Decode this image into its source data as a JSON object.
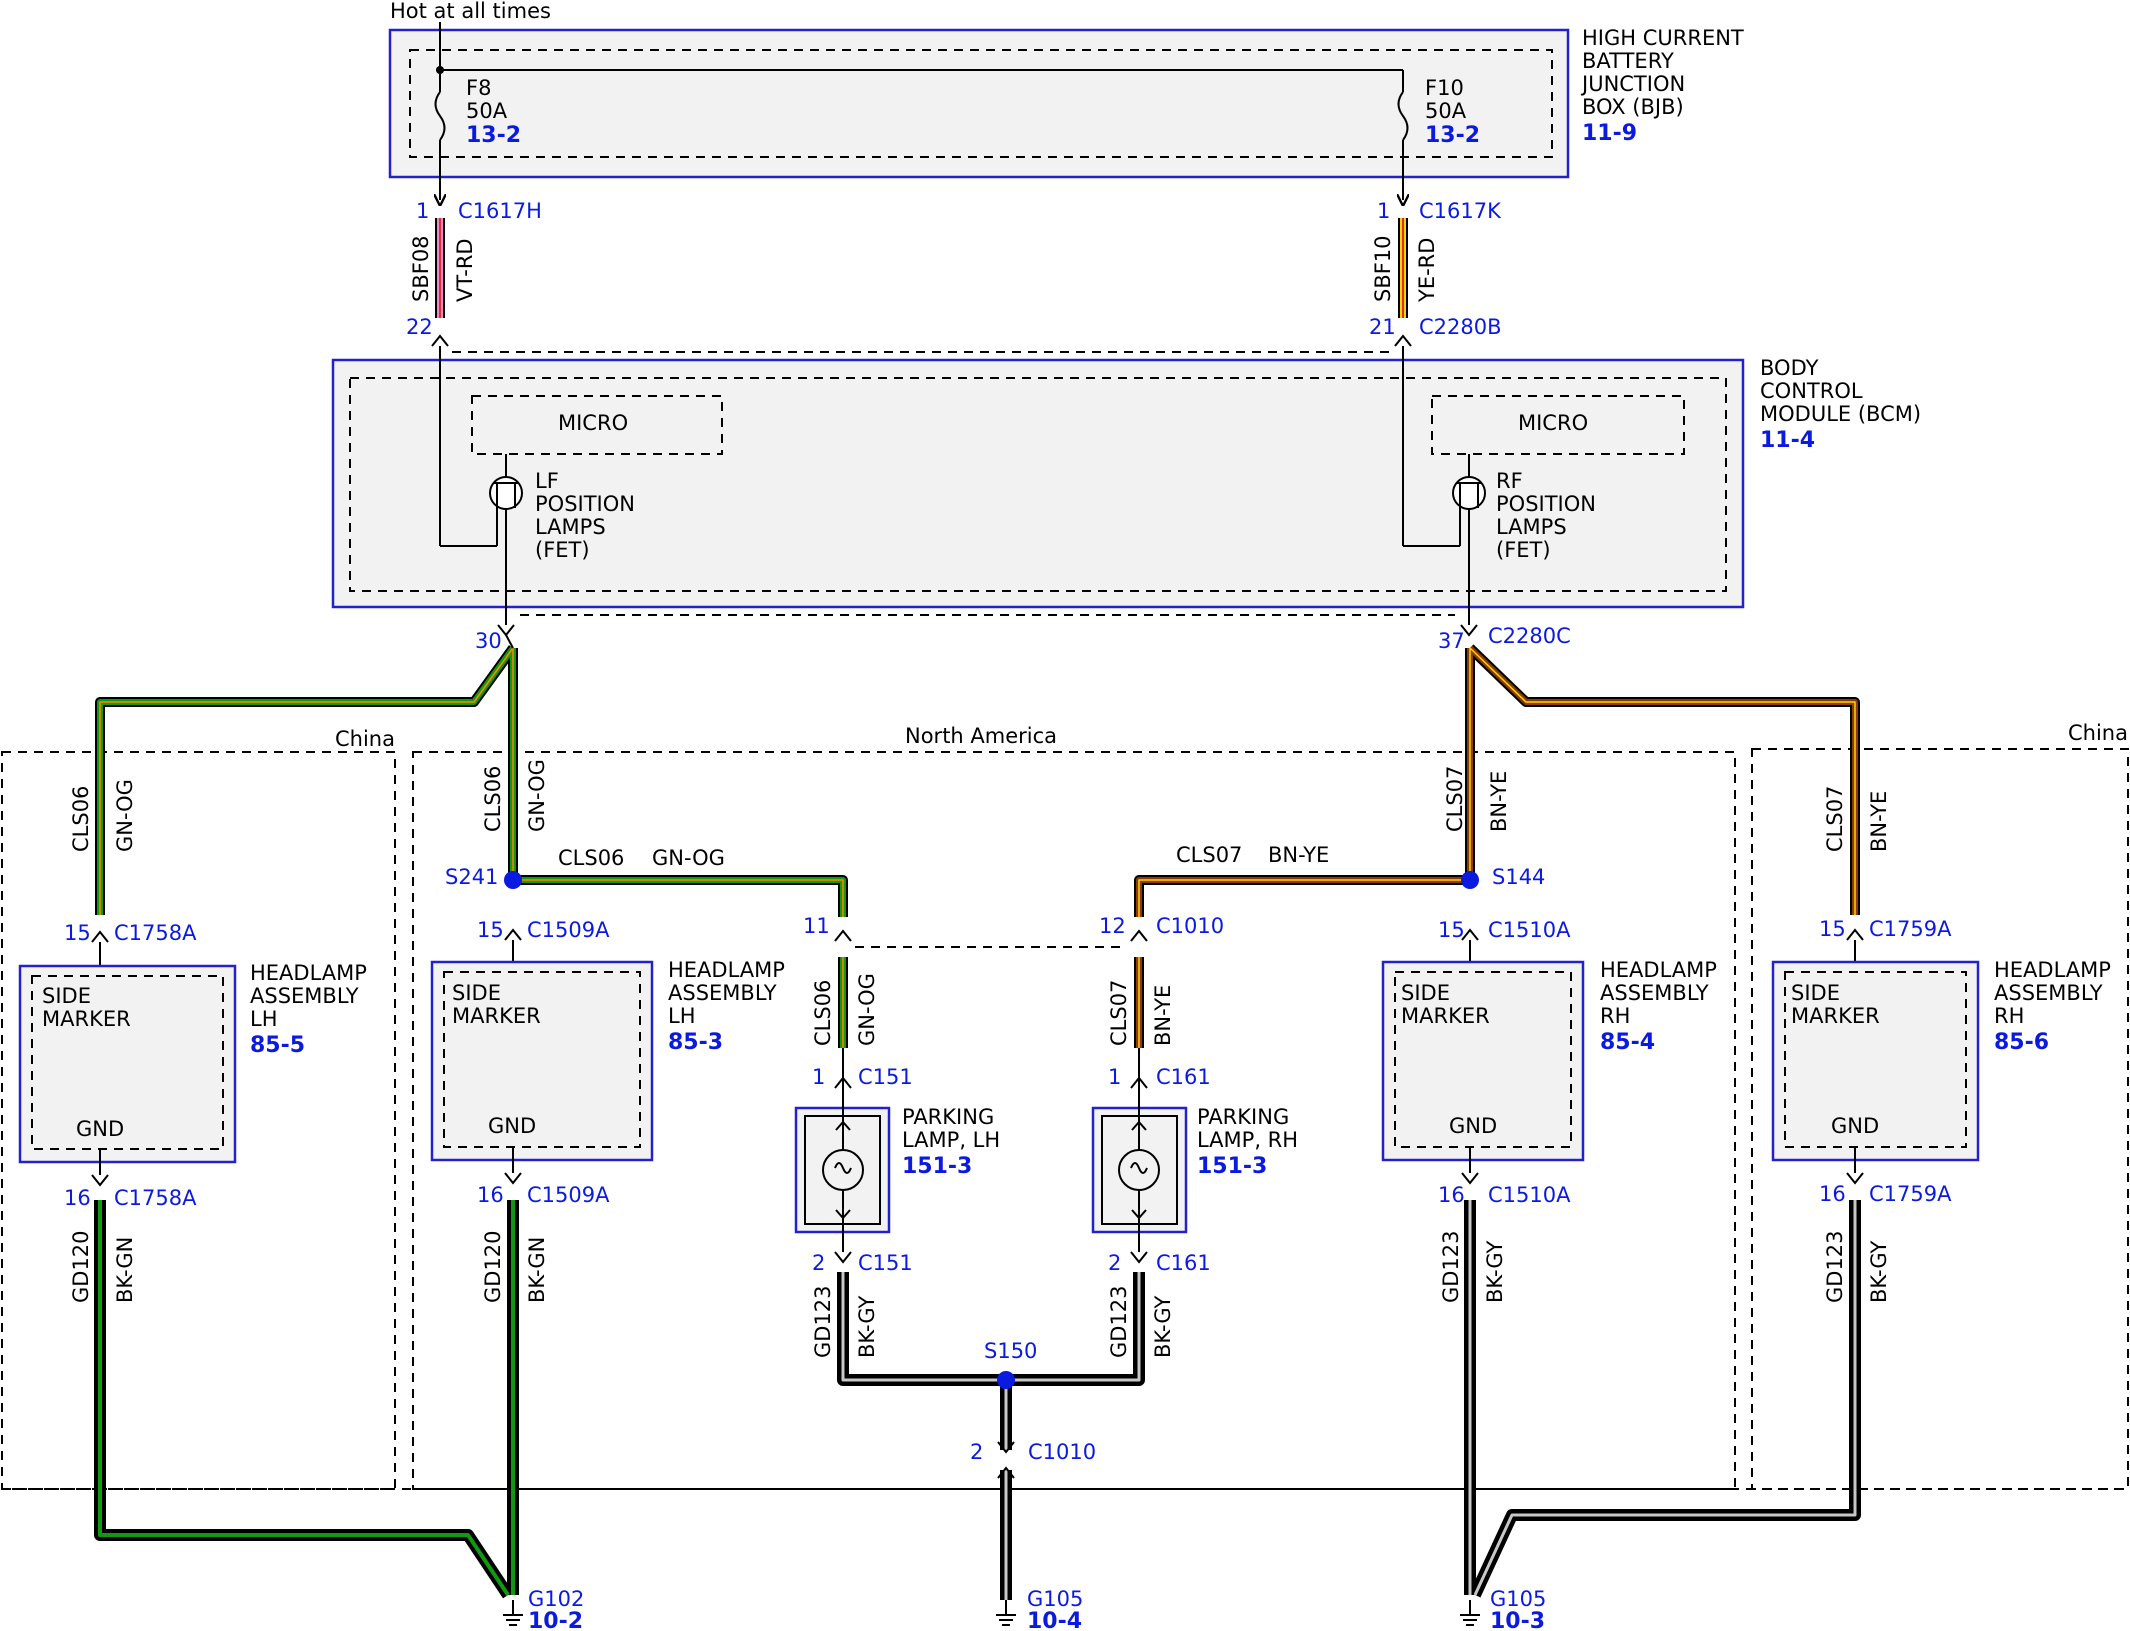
{
  "supply": {
    "label": "Hot at all times"
  },
  "bjb": {
    "title": [
      "HIGH CURRENT",
      "BATTERY",
      "JUNCTION",
      "BOX (BJB)"
    ],
    "ref": "11-9",
    "fuses": [
      {
        "id": "F8",
        "rating": "50A",
        "ref": "13-2"
      },
      {
        "id": "F10",
        "rating": "50A",
        "ref": "13-2"
      }
    ]
  },
  "bcm": {
    "title": [
      "BODY",
      "CONTROL",
      "MODULE (BCM)"
    ],
    "ref": "11-4",
    "micro_label": "MICRO",
    "lf_output": [
      "LF",
      "POSITION",
      "LAMPS",
      "(FET)"
    ],
    "rf_output": [
      "RF",
      "POSITION",
      "LAMPS",
      "(FET)"
    ]
  },
  "connectors": {
    "c1617h": {
      "pin": "1",
      "name": "C1617H"
    },
    "c1617k": {
      "pin": "1",
      "name": "C1617K"
    },
    "c2280b_l": {
      "pin": "22"
    },
    "c2280b_r": {
      "pin": "21",
      "name": "C2280B"
    },
    "c2280c_l": {
      "pin": "30"
    },
    "c2280c_r": {
      "pin": "37",
      "name": "C2280C"
    },
    "c1758a_top": {
      "pin": "15",
      "name": "C1758A"
    },
    "c1758a_bot": {
      "pin": "16",
      "name": "C1758A"
    },
    "c1509a_top": {
      "pin": "15",
      "name": "C1509A"
    },
    "c1509a_bot": {
      "pin": "16",
      "name": "C1509A"
    },
    "c1510a_top": {
      "pin": "15",
      "name": "C1510A"
    },
    "c1510a_bot": {
      "pin": "16",
      "name": "C1510A"
    },
    "c1759a_top": {
      "pin": "15",
      "name": "C1759A"
    },
    "c1759a_bot": {
      "pin": "16",
      "name": "C1759A"
    },
    "c1010_l": {
      "pin": "11"
    },
    "c1010_r": {
      "pin": "12",
      "name": "C1010"
    },
    "c1010_bot": {
      "pin": "2",
      "name": "C1010"
    },
    "c151_top": {
      "pin": "1",
      "name": "C151"
    },
    "c151_bot": {
      "pin": "2",
      "name": "C151"
    },
    "c161_top": {
      "pin": "1",
      "name": "C161"
    },
    "c161_bot": {
      "pin": "2",
      "name": "C161"
    }
  },
  "wires": {
    "sbf08": {
      "circuit": "SBF08",
      "color": "VT-RD"
    },
    "sbf10": {
      "circuit": "SBF10",
      "color": "YE-RD"
    },
    "cls06_china": {
      "circuit": "CLS06",
      "color": "GN-OG"
    },
    "cls06_na": {
      "circuit": "CLS06",
      "color": "GN-OG"
    },
    "cls06_h": {
      "circuit": "CLS06",
      "color": "GN-OG"
    },
    "cls06_park": {
      "circuit": "CLS06",
      "color": "GN-OG"
    },
    "cls07_na": {
      "circuit": "CLS07",
      "color": "BN-YE"
    },
    "cls07_h": {
      "circuit": "CLS07",
      "color": "BN-YE"
    },
    "cls07_park": {
      "circuit": "CLS07",
      "color": "BN-YE"
    },
    "cls07_china": {
      "circuit": "CLS07",
      "color": "BN-YE"
    },
    "gd120_china": {
      "circuit": "GD120",
      "color": "BK-GN"
    },
    "gd120_na": {
      "circuit": "GD120",
      "color": "BK-GN"
    },
    "gd123_pl": {
      "circuit": "GD123",
      "color": "BK-GY"
    },
    "gd123_pr": {
      "circuit": "GD123",
      "color": "BK-GY"
    },
    "gd123_rh": {
      "circuit": "GD123",
      "color": "BK-GY"
    },
    "gd123_china": {
      "circuit": "GD123",
      "color": "BK-GY"
    }
  },
  "splices": {
    "s241": "S241",
    "s144": "S144",
    "s150": "S150"
  },
  "regions": {
    "china_left": "China",
    "north_america": "North America",
    "china_right": "China"
  },
  "headlamps": {
    "lh_china": {
      "title": [
        "HEADLAMP",
        "ASSEMBLY",
        "LH"
      ],
      "ref": "85-5",
      "inner": [
        "SIDE",
        "MARKER"
      ],
      "gnd": "GND"
    },
    "lh_na": {
      "title": [
        "HEADLAMP",
        "ASSEMBLY",
        "LH"
      ],
      "ref": "85-3",
      "inner": [
        "SIDE",
        "MARKER"
      ],
      "gnd": "GND"
    },
    "rh_na": {
      "title": [
        "HEADLAMP",
        "ASSEMBLY",
        "RH"
      ],
      "ref": "85-4",
      "inner": [
        "SIDE",
        "MARKER"
      ],
      "gnd": "GND"
    },
    "rh_china": {
      "title": [
        "HEADLAMP",
        "ASSEMBLY",
        "RH"
      ],
      "ref": "85-6",
      "inner": [
        "SIDE",
        "MARKER"
      ],
      "gnd": "GND"
    }
  },
  "parking": {
    "lh": {
      "title": [
        "PARKING",
        "LAMP, LH"
      ],
      "ref": "151-3"
    },
    "rh": {
      "title": [
        "PARKING",
        "LAMP, RH"
      ],
      "ref": "151-3"
    }
  },
  "grounds": {
    "g102": {
      "name": "G102",
      "ref": "10-2"
    },
    "g105_mid": {
      "name": "G105",
      "ref": "10-4"
    },
    "g105_right": {
      "name": "G105",
      "ref": "10-3"
    }
  },
  "colors": {
    "module_border": "#2222cc",
    "module_fill": "#f2f2f2",
    "pin_label": "#0a1adf",
    "splice": "#0a1adf",
    "violet": "#ee88cc",
    "red": "#e03030",
    "yellow": "#ffd400",
    "orange": "#ff8800",
    "green": "#119911",
    "brown": "#8a3a0a",
    "black": "#111111",
    "gray": "#c8c8c8"
  }
}
